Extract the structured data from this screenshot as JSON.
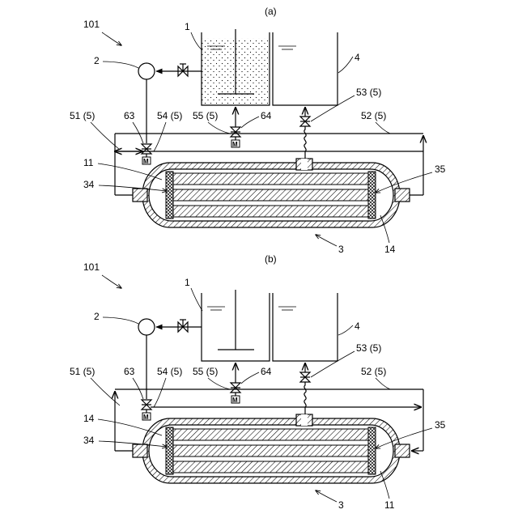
{
  "panels": [
    {
      "id": "a",
      "caption": "(a)",
      "labels": {
        "system": "101",
        "pump": "2",
        "tank1": "1",
        "tank4": "4",
        "valve53": "53 (5)",
        "line51": "51 (5)",
        "valve63": "63",
        "line54": "54 (5)",
        "line55": "55 (5)",
        "valve64": "64",
        "line52": "52 (5)",
        "left_end_label": "11",
        "left_potting": "34",
        "right_potting": "35",
        "right_end_label": "14",
        "module": "3"
      },
      "tank1_contents": "suspended particles"
    },
    {
      "id": "b",
      "caption": "(b)",
      "labels": {
        "system": "101",
        "pump": "2",
        "tank1": "1",
        "tank4": "4",
        "valve53": "53 (5)",
        "line51": "51 (5)",
        "valve63": "63",
        "line54": "54 (5)",
        "line55": "55 (5)",
        "valve64": "64",
        "line52": "52 (5)",
        "left_end_label": "14",
        "left_potting": "34",
        "right_potting": "35",
        "right_end_label": "11",
        "module": "3"
      },
      "tank1_contents": "clear"
    }
  ],
  "motor_symbol": "M"
}
